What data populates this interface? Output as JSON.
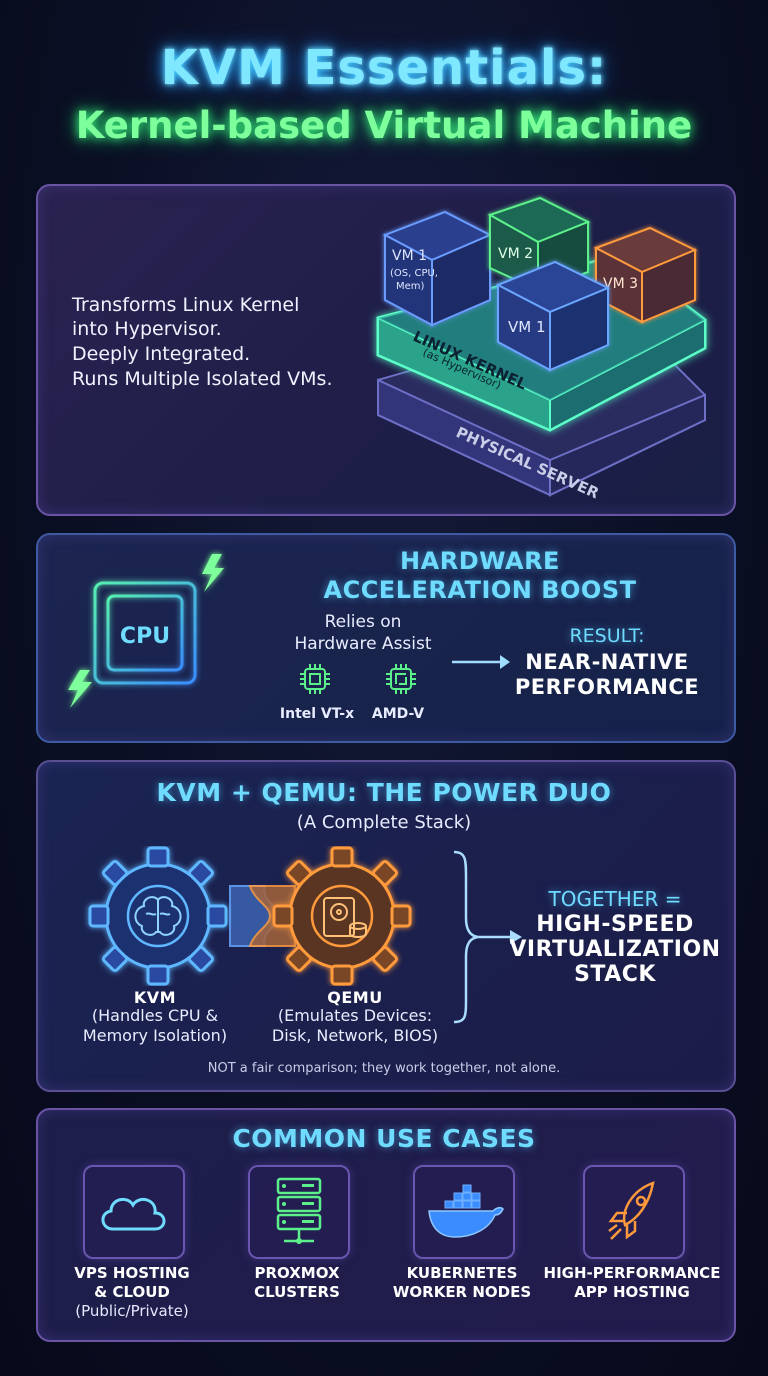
{
  "title": {
    "line1": "KVM Essentials:",
    "line2": "Kernel-based Virtual Machine"
  },
  "section1": {
    "bullets": [
      "Transforms Linux Kernel",
      "into Hypervisor.",
      "Deeply Integrated.",
      "Runs Multiple Isolated VMs."
    ],
    "diagram": {
      "vm1_back_line1": "VM 1",
      "vm1_back_line2": "(OS, CPU,",
      "vm1_back_line3": "Mem)",
      "vm2": "VM 2",
      "vm3": "VM 3",
      "vm1_front": "VM 1",
      "kernel_label": "LINUX KERNEL",
      "kernel_sub": "(as Hypervisor)",
      "server_label": "PHYSICAL SERVER"
    }
  },
  "section2": {
    "cpu_label": "CPU",
    "heading_line1": "HARDWARE",
    "heading_line2": "ACCELERATION BOOST",
    "relies_line1": "Relies on",
    "relies_line2": "Hardware Assist",
    "intel_label": "Intel VT-x",
    "amd_label": "AMD-V",
    "result_label": "RESULT:",
    "result_line1": "NEAR-NATIVE",
    "result_line2": "PERFORMANCE"
  },
  "section3": {
    "heading": "KVM + QEMU: THE POWER DUO",
    "subheading": "(A Complete Stack)",
    "kvm_title": "KVM",
    "kvm_line1": "(Handles CPU &",
    "kvm_line2": "Memory Isolation)",
    "qemu_title": "QEMU",
    "qemu_line1": "(Emulates Devices:",
    "qemu_line2": "Disk, Network, BIOS)",
    "together_label": "TOGETHER =",
    "together_line1": "HIGH-SPEED",
    "together_line2": "VIRTUALIZATION",
    "together_line3": "STACK",
    "note": "NOT a fair comparison; they work together, not alone."
  },
  "section4": {
    "heading": "COMMON USE CASES",
    "items": [
      {
        "icon": "cloud-icon",
        "line1": "VPS HOSTING",
        "line2": "& CLOUD",
        "sub": "(Public/Private)"
      },
      {
        "icon": "server-rack-icon",
        "line1": "PROXMOX",
        "line2": "CLUSTERS",
        "sub": ""
      },
      {
        "icon": "docker-whale-icon",
        "line1": "KUBERNETES",
        "line2": "WORKER NODES",
        "sub": ""
      },
      {
        "icon": "rocket-icon",
        "line1": "HIGH-PERFORMANCE",
        "line2": "APP HOSTING",
        "sub": ""
      }
    ]
  },
  "colors": {
    "accent_cyan": "#6fdcff",
    "accent_green": "#7dff9b",
    "accent_orange": "#ff9a3c",
    "panel_border": "#6a54a6"
  }
}
